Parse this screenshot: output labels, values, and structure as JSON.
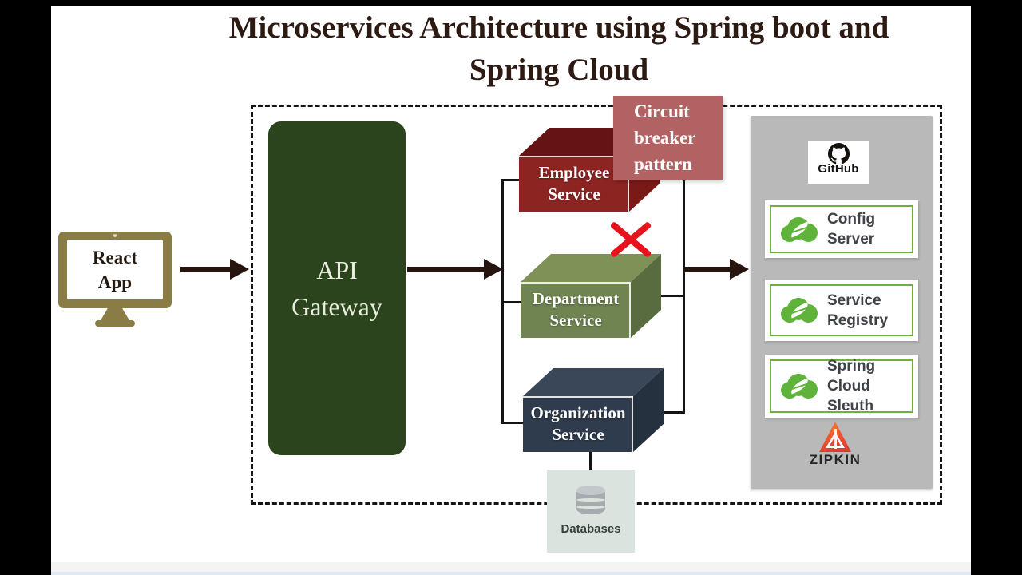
{
  "title": {
    "line1": "Microservices Architecture using Spring boot and",
    "line2": "Spring Cloud"
  },
  "client": {
    "line1": "React",
    "line2": "App"
  },
  "gateway": {
    "line1": "API",
    "line2": "Gateway"
  },
  "services": {
    "employee": {
      "line1": "Employee",
      "line2": "Service"
    },
    "department": {
      "line1": "Department",
      "line2": "Service"
    },
    "organization": {
      "line1": "Organization",
      "line2": "Service"
    }
  },
  "circuit_breaker": {
    "line1": "Circuit",
    "line2": "breaker",
    "line3": "pattern"
  },
  "databases": {
    "label": "Databases"
  },
  "infra_panel": {
    "github": {
      "label": "GitHub"
    },
    "items": [
      {
        "line1": "Config",
        "line2": "Server"
      },
      {
        "line1": "Service",
        "line2": "Registry"
      },
      {
        "line1": "Spring Cloud",
        "line2": "Sleuth"
      }
    ],
    "zipkin": {
      "label": "ZIPKIN"
    }
  },
  "icons": {
    "client": "monitor-icon",
    "spring_boxes": "spring-cloud-leaf-icon",
    "github": "github-octocat-icon",
    "zipkin": "zipkin-triangle-icon",
    "databases": "database-cylinder-icon",
    "broken_link": "red-x-icon"
  },
  "colors": {
    "title_text": "#2d1a13",
    "api_gateway": "#2c441e",
    "employee_service": "#8c2422",
    "department_service": "#6f8451",
    "organization_service": "#2f3c4d",
    "circuit_breaker": "#b26262",
    "red_x": "#e6121c",
    "spring_green": "#5fb33a",
    "spring_border": "#6cb33e",
    "zipkin_orange": "#e8432e",
    "monitor_frame": "#8a7c45",
    "infra_panel": "#b9b9b9",
    "databases_box": "#dbe3df"
  }
}
